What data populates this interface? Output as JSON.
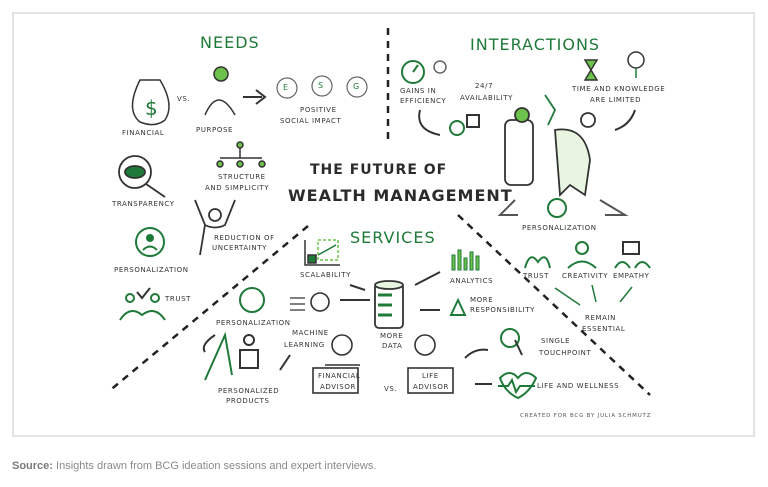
{
  "headers": {
    "needs": "NEEDS",
    "interactions": "INTERACTIONS",
    "services": "SERVICES"
  },
  "title": {
    "line1": "THE FUTURE OF",
    "line2": "WEALTH MANAGEMENT"
  },
  "needs": {
    "financial": "Financial",
    "vs": "vs.",
    "purpose": "Purpose",
    "esg": [
      "E",
      "S",
      "G"
    ],
    "social_impact_1": "Positive",
    "social_impact_2": "Social Impact",
    "transparency": "Transparency",
    "structure_1": "Structure",
    "structure_2": "and Simplicity",
    "uncertainty_1": "Reduction of",
    "uncertainty_2": "Uncertainty",
    "personalization": "Personalization",
    "trust": "Trust"
  },
  "interactions": {
    "gains_1": "Gains in",
    "gains_2": "Efficiency",
    "avail_1": "24/7",
    "avail_2": "Availability",
    "time_1": "Time and Knowledge",
    "time_2": "are limited",
    "personalization": "Personalization",
    "trust": "Trust",
    "creativity": "Creativity",
    "empathy": "Empathy",
    "remain_1": "Remain",
    "remain_2": "Essential"
  },
  "services": {
    "scalability": "Scalability",
    "analytics": "Analytics",
    "responsibility_1": "More",
    "responsibility_2": "Responsibility",
    "data_1": "More",
    "data_2": "Data",
    "ml_1": "Machine",
    "ml_2": "Learning",
    "personalization": "Personalization",
    "products_1": "Personalized",
    "products_2": "Products",
    "fa_1": "Financial",
    "fa_2": "Advisor",
    "vs": "vs.",
    "la_1": "Life",
    "la_2": "Advisor",
    "touch_1": "Single",
    "touch_2": "Touchpoint",
    "wellness": "Life and Wellness"
  },
  "credit": "CREATED FOR BCG BY JULIA SCHMUTZ",
  "caption": {
    "label": "Source:",
    "text": " Insights drawn from BCG ideation sessions and expert interviews."
  },
  "colors": {
    "green": "#1f7a3a",
    "light_green": "#6cc24a",
    "ink": "#2b2b2b"
  }
}
